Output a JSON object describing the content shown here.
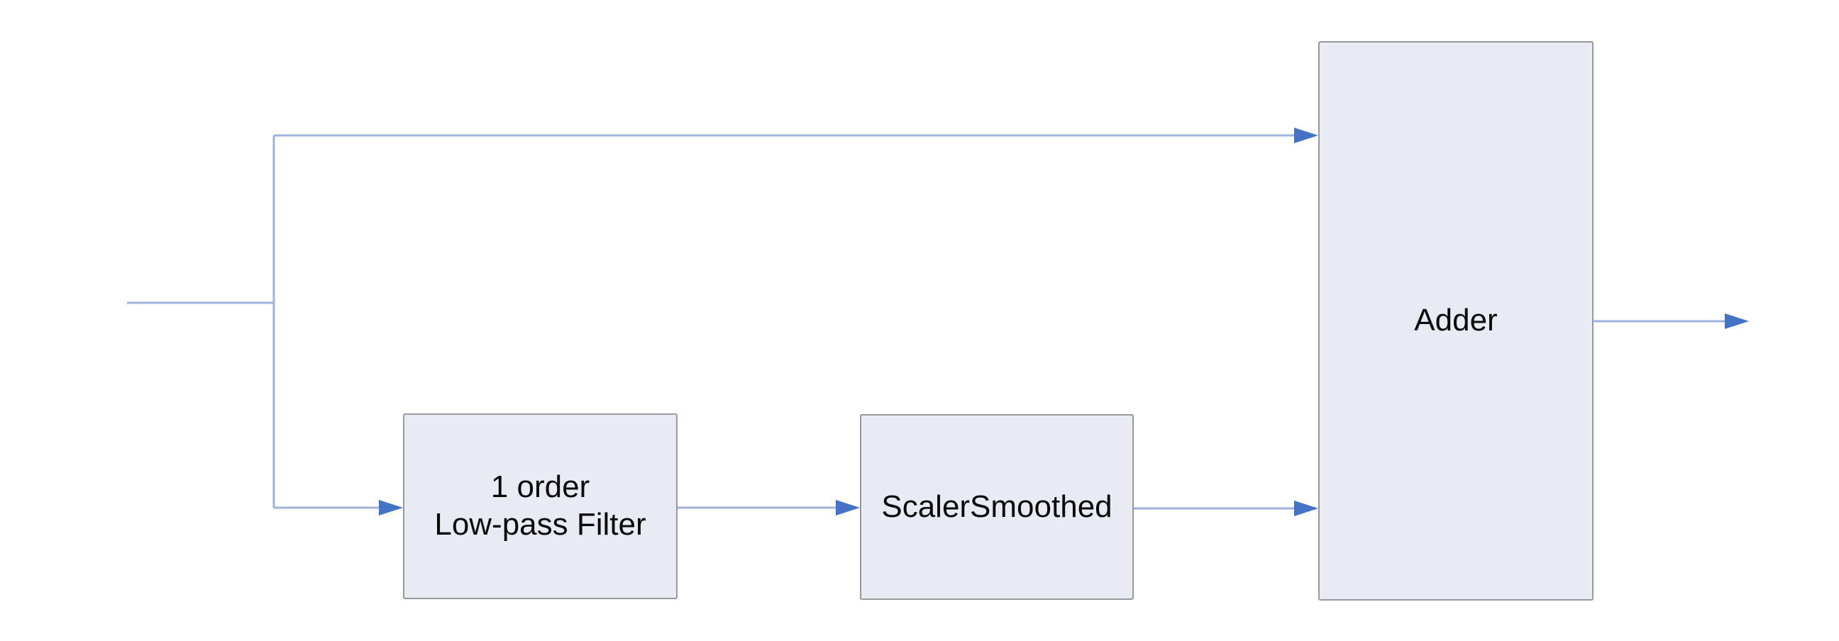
{
  "diagram": {
    "type": "signal-flow-block-diagram",
    "blocks": {
      "lowpass": {
        "line1": "1 order",
        "line2": "Low-pass Filter"
      },
      "scaler": {
        "label": "ScalerSmoothed"
      },
      "adder": {
        "label": "Adder"
      }
    },
    "connections": [
      {
        "from": "input",
        "to": "adder",
        "path": "direct-top"
      },
      {
        "from": "input",
        "to": "lowpass"
      },
      {
        "from": "lowpass",
        "to": "scaler"
      },
      {
        "from": "scaler",
        "to": "adder"
      },
      {
        "from": "adder",
        "to": "output"
      }
    ],
    "colors": {
      "block_fill": "#E8EBF4",
      "block_border": "#97999B",
      "connector_line": "#9FB2DC",
      "arrowhead_fill": "#4472C4",
      "label_text": "#0A0A0A",
      "canvas_bg": "#FFFFFF"
    }
  }
}
